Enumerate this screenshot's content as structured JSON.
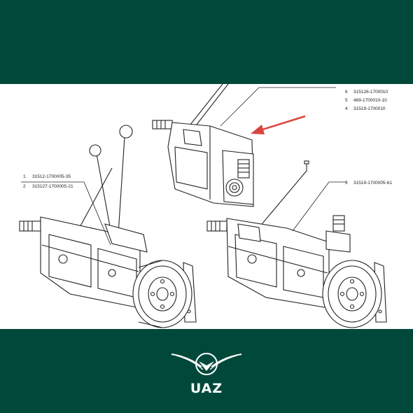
{
  "colors": {
    "band": "#00493a",
    "panel": "#ffffff",
    "line": "#222222",
    "arrow": "#d9453f"
  },
  "callouts": [
    {
      "num": "1",
      "code": "31512-1700005-35"
    },
    {
      "num": "2",
      "code": "315127-1700005-21"
    },
    {
      "num": "3",
      "code": "31519-1700005-61"
    },
    {
      "num": "6",
      "code": "315126-1700010"
    },
    {
      "num": "5",
      "code": "469-1700010-10"
    },
    {
      "num": "4",
      "code": "31519-1700010"
    }
  ],
  "brand": {
    "name": "UAZ",
    "logo_icon": "uaz-winged-emblem-icon"
  }
}
